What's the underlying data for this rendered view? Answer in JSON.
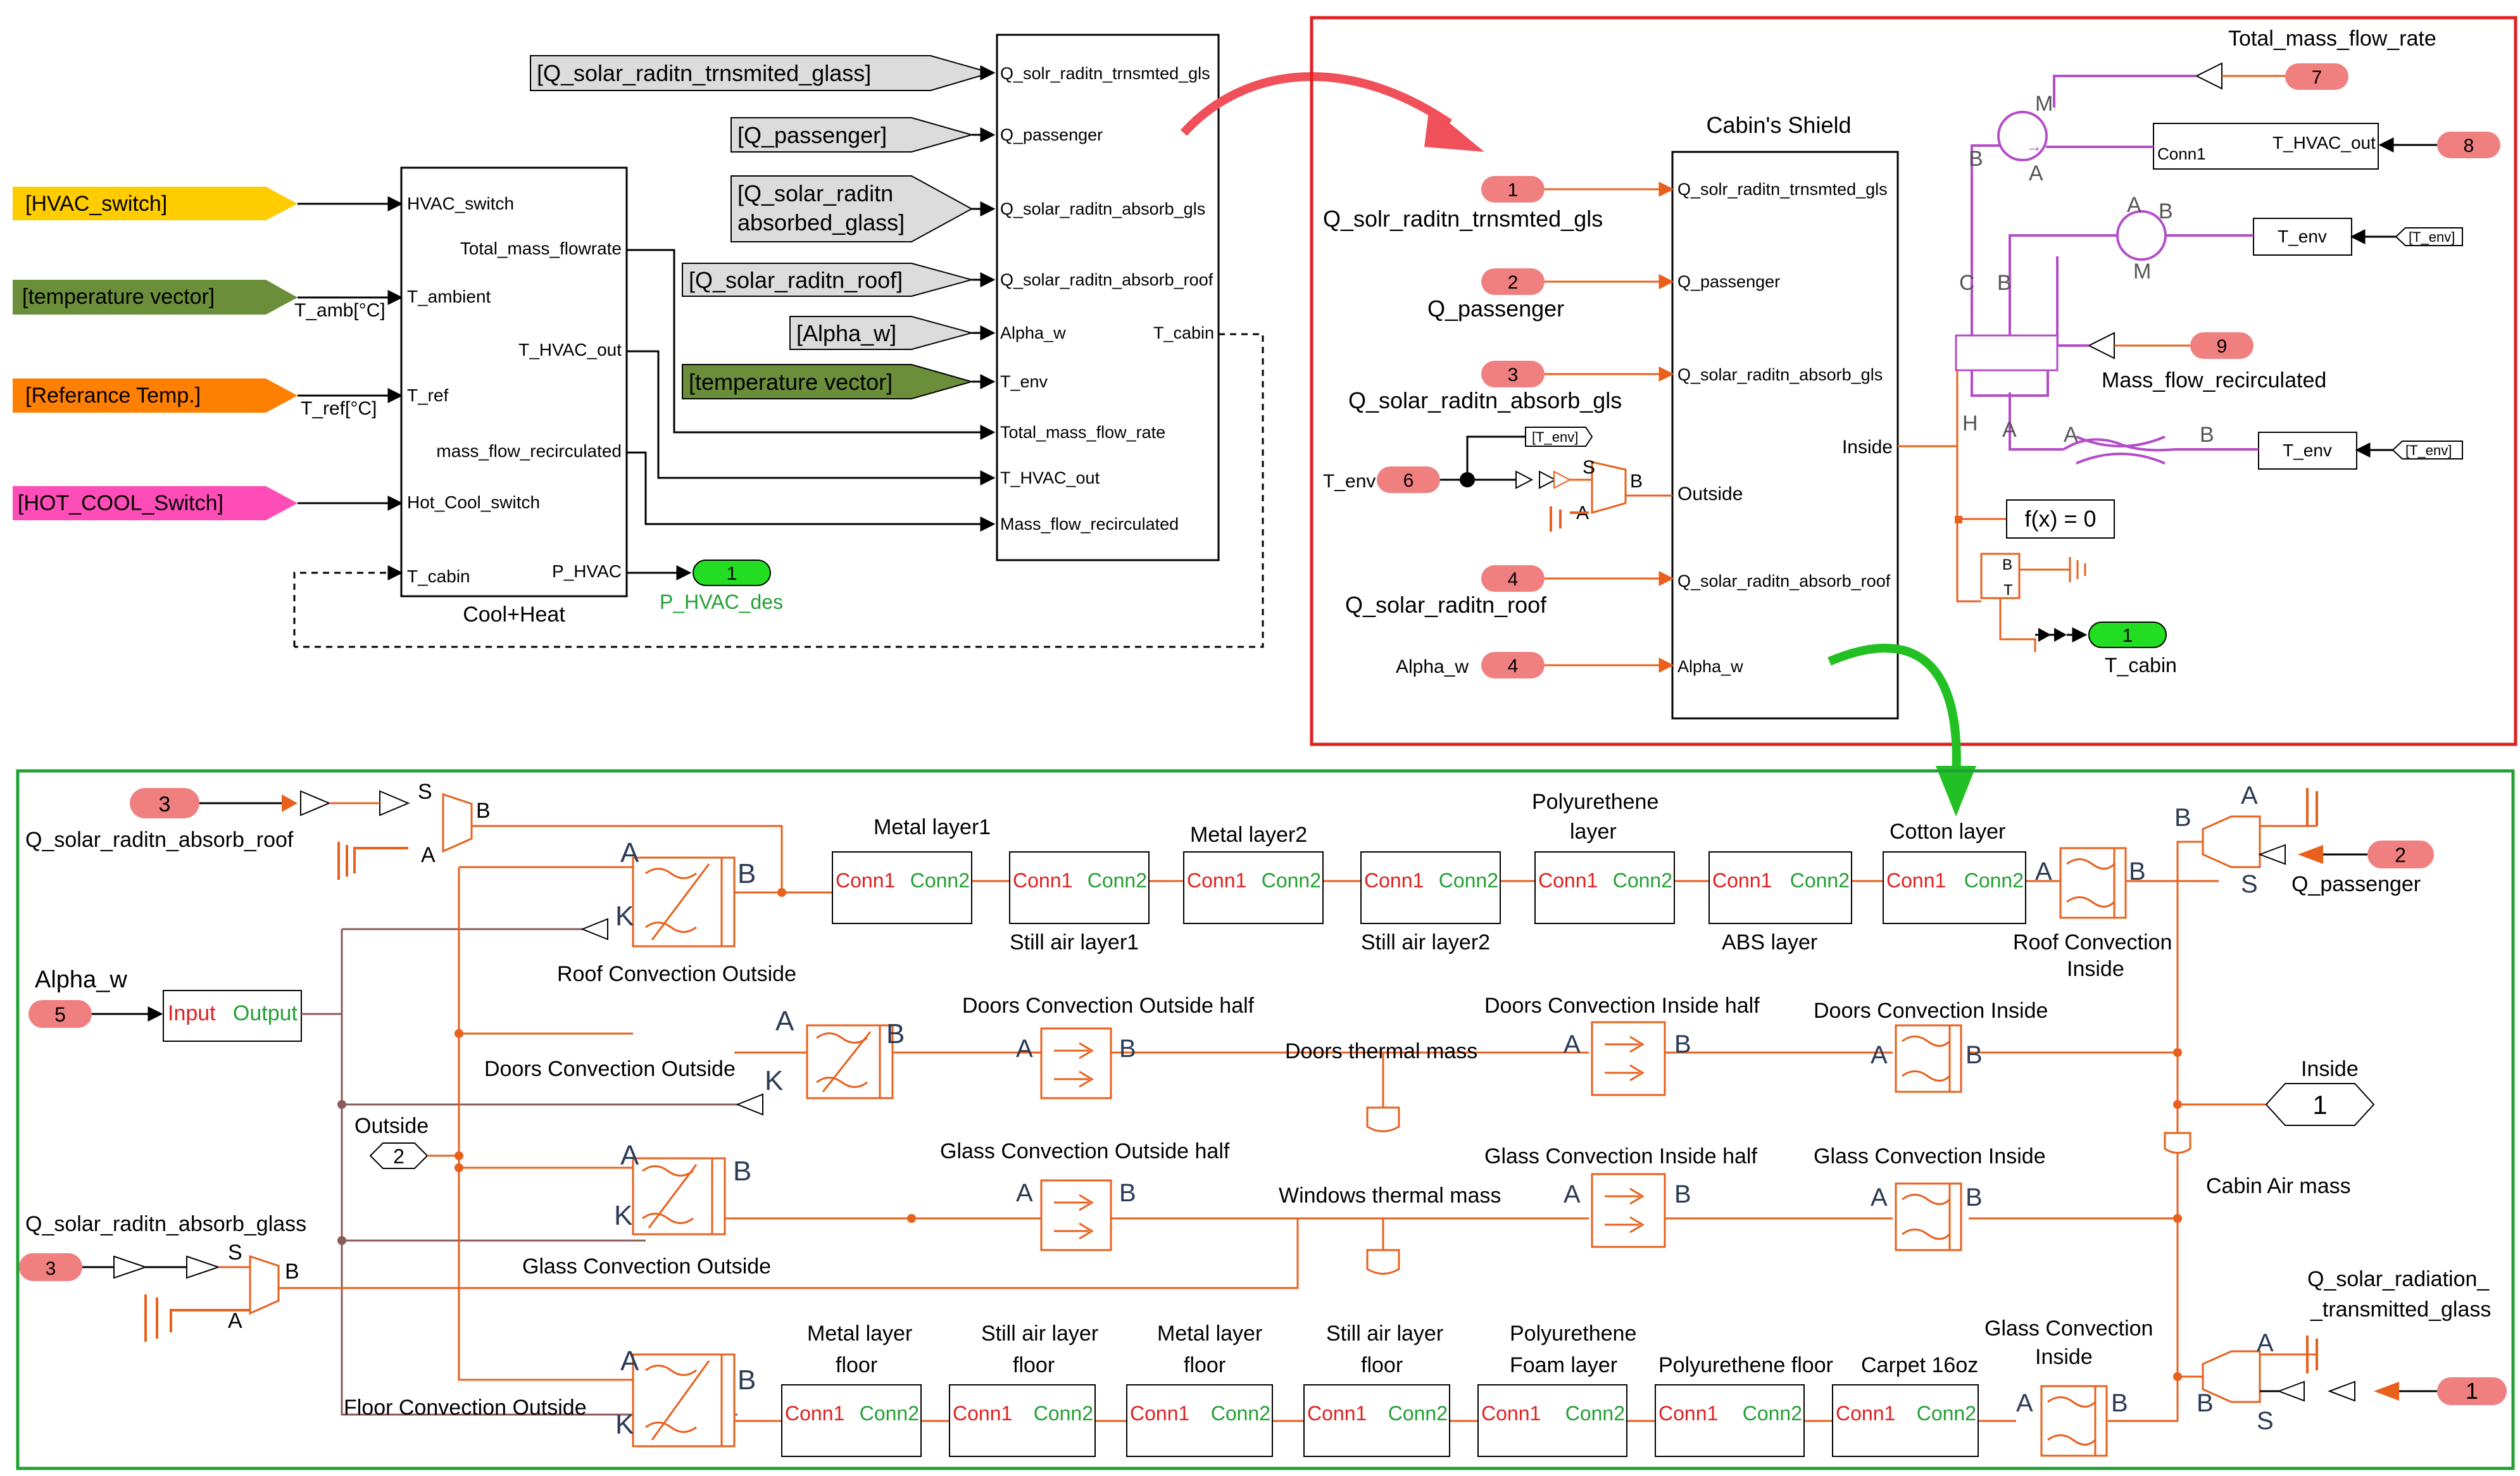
{
  "goto_tags": {
    "hvac_switch": "[HVAC_switch]",
    "temperature_vector": "[temperature vector]",
    "referance_temp": "[Referance Temp.]",
    "hot_cool_switch": "[HOT_COOL_Switch]"
  },
  "from_tags": {
    "q_solar_trans": "[Q_solar_raditn_trnsmited_glass]",
    "q_passenger": "[Q_passenger]",
    "q_solar_abs_glass_1": "[Q_solar_raditn",
    "q_solar_abs_glass_2": "absorbed_glass]",
    "q_solar_roof": "[Q_solar_raditn_roof]",
    "alpha_w": "[Alpha_w]",
    "temperature_vector": "[temperature vector]"
  },
  "cool_heat_block": {
    "title": "Cool+Heat",
    "in_ports": [
      "HVAC_switch",
      "T_ambient",
      "T_ref",
      "Hot_Cool_switch",
      "T_cabin"
    ],
    "out_ports": [
      "Total_mass_flowrate",
      "T_HVAC_out",
      "mass_flow_recirculated",
      "P_HVAC"
    ],
    "signal_tamb": "T_amb[°C]",
    "signal_tref": "T_ref[°C]"
  },
  "outport_p_hvac": {
    "num": "1",
    "label": "P_HVAC_des"
  },
  "cabin_subsystem_block": {
    "in_ports": [
      "Q_solr_raditn_trnsmted_gls",
      "Q_passenger",
      "Q_solar_raditn_absorb_gls",
      "Q_solar_raditn_absorb_roof",
      "Alpha_w",
      "T_env",
      "Total_mass_flow_rate",
      "T_HVAC_out",
      "Mass_flow_recirculated"
    ],
    "out_port": "T_cabin"
  },
  "red_panel": {
    "shield_title": "Cabin's Shield",
    "shield_in_ports": [
      "Q_solr_raditn_trnsmted_gls",
      "Q_passenger",
      "Q_solar_raditn_absorb_gls",
      "Outside",
      "Q_solar_raditn_absorb_roof",
      "Alpha_w"
    ],
    "shield_out_port": "Inside",
    "inports": [
      {
        "num": "1",
        "label": "Q_solr_raditn_trnsmted_gls"
      },
      {
        "num": "2",
        "label": "Q_passenger"
      },
      {
        "num": "3",
        "label": "Q_solar_raditn_absorb_gls"
      },
      {
        "num": "6",
        "label": "T_env"
      },
      {
        "num": "4",
        "label": "Q_solar_raditn_roof"
      },
      {
        "num": "4",
        "label": "Alpha_w"
      }
    ],
    "tenv_from": "[T_env]",
    "temp_source_ports": {
      "s": "S",
      "b": "B",
      "a": "A"
    },
    "total_mass_flow_label": "Total_mass_flow_rate",
    "in7": "7",
    "in8": "8",
    "in9": "9",
    "thvac_block": "T_HVAC_out",
    "thvac_conn": "Conn1",
    "tenv_blocks": [
      "T_env",
      "T_env"
    ],
    "tenv_froms": [
      "[T_env]",
      "[T_env]"
    ],
    "mass_flow_recirc_label": "Mass_flow_recirculated",
    "fx_label": "f(x) = 0",
    "out1": "1",
    "t_cabin_label": "T_cabin",
    "port_letters": {
      "m": "M",
      "a": "A",
      "b": "B",
      "c": "C",
      "h": "H",
      "t": "T"
    }
  },
  "green_panel": {
    "in3_top": {
      "num": "3",
      "label": "Q_solar_raditn_absorb_roof"
    },
    "in5": {
      "num": "5",
      "label": "Alpha_w"
    },
    "in3_bottom": {
      "num": "3",
      "label": "Q_solar_raditn_absorb_glass"
    },
    "in2": {
      "num": "2",
      "label": "Q_passenger"
    },
    "in1": {
      "num": "1",
      "label_1": "Q_solar_radiation_",
      "label_2": "_transmitted_glass"
    },
    "io_block": {
      "input": "Input",
      "output": "Output"
    },
    "outside_conn": {
      "label": "Outside",
      "num": "2"
    },
    "inside_conn": {
      "label": "Inside",
      "num": "1"
    },
    "roof_row": {
      "convection_outside": "Roof Convection Outside",
      "layers_top": [
        "Metal layer1",
        "Metal layer2",
        "Polyurethene",
        "layer",
        "Cotton layer"
      ],
      "layers_bottom": [
        "Still air layer1",
        "Still air layer2",
        "ABS layer"
      ],
      "conv_inside_1": "Roof Convection",
      "conv_inside_2": "Inside"
    },
    "doors_row": {
      "convection_outside": "Doors Convection Outside",
      "outside_half": "Doors Convection Outside half",
      "thermal_mass": "Doors thermal mass",
      "inside_half": "Doors Convection Inside half",
      "conv_inside": "Doors Convection Inside"
    },
    "glass_row": {
      "convection_outside": "Glass Convection Outside",
      "outside_half": "Glass Convection Outside half",
      "thermal_mass": "Windows thermal mass",
      "inside_half": "Glass Convection Inside half",
      "conv_inside": "Glass Convection Inside"
    },
    "floor_row": {
      "convection_outside": "Floor Convection Outside",
      "layers": [
        [
          "Metal layer",
          "floor"
        ],
        [
          "Still air layer",
          "floor"
        ],
        [
          "Metal layer",
          "floor"
        ],
        [
          "Still air layer",
          "floor"
        ],
        [
          "Polyurethene",
          "Foam layer"
        ],
        [
          "Polyurethene floor",
          ""
        ],
        [
          "Carpet 16oz",
          ""
        ]
      ],
      "conv_inside_1": "Glass Convection",
      "conv_inside_2": "Inside"
    },
    "cabin_air_mass": "Cabin Air mass",
    "conn1": "Conn1",
    "conn2": "Conn2",
    "port_letters": {
      "a": "A",
      "b": "B",
      "k": "K",
      "s": "S"
    }
  },
  "colors": {
    "hvac_switch": "#FFCC00",
    "temperature_vector": "#6B8E3A",
    "referance_temp": "#FF8000",
    "hot_cool_switch": "#FF4DB8",
    "from_block": "#DCDCDC",
    "inport": "#F08080",
    "outport": "#22DD22",
    "thermal": "#E8601C",
    "fluid": "#B34DC8",
    "red_frame": "#E02020",
    "green_frame": "#22A033",
    "red_arrow": "#F0505A",
    "green_arrow": "#22C022"
  }
}
